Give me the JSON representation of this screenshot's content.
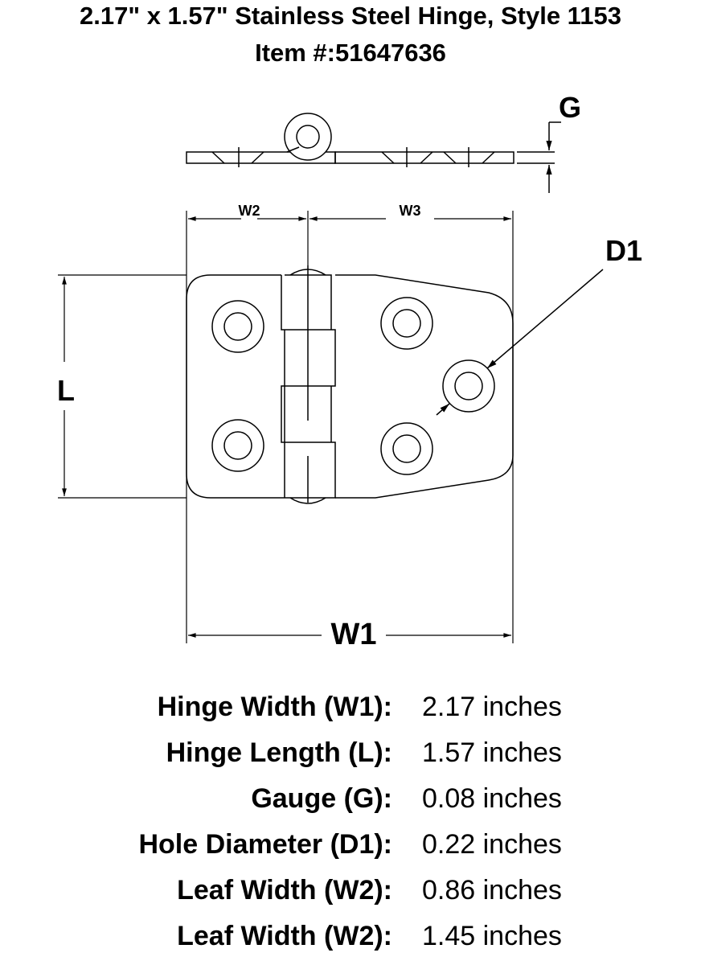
{
  "title": "2.17\" x 1.57\" Stainless Steel Hinge, Style 1153",
  "item_number": "Item #:51647636",
  "diagram": {
    "labels": {
      "g": "G",
      "w2": "W2",
      "w3": "W3",
      "d1": "D1",
      "l": "L",
      "w1": "W1"
    }
  },
  "specs": [
    {
      "label": "Hinge Width (W1):",
      "value": "2.17 inches"
    },
    {
      "label": "Hinge Length (L):",
      "value": "1.57 inches"
    },
    {
      "label": "Gauge (G):",
      "value": "0.08 inches"
    },
    {
      "label": "Hole Diameter (D1):",
      "value": "0.22 inches"
    },
    {
      "label": "Leaf Width (W2):",
      "value": "0.86 inches"
    },
    {
      "label": "Leaf Width (W2):",
      "value": "1.45 inches"
    }
  ]
}
